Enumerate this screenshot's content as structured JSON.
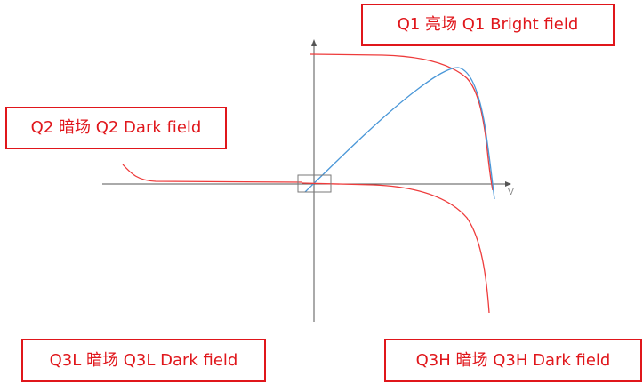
{
  "labels": {
    "q1": "Q1 亮场  Q1 Bright field",
    "q2": "Q2 暗场  Q2 Dark field",
    "q3l": "Q3L 暗场  Q3L Dark field",
    "q3h": "Q3H 暗场  Q3H Dark field"
  },
  "axis": {
    "x_letter": "V"
  },
  "colors": {
    "label_red": "#e0161b",
    "curve_red": "#ee3b3b",
    "curve_blue": "#4a97d8",
    "axis_gray": "#555555",
    "box_gray": "#7a7a7a"
  }
}
